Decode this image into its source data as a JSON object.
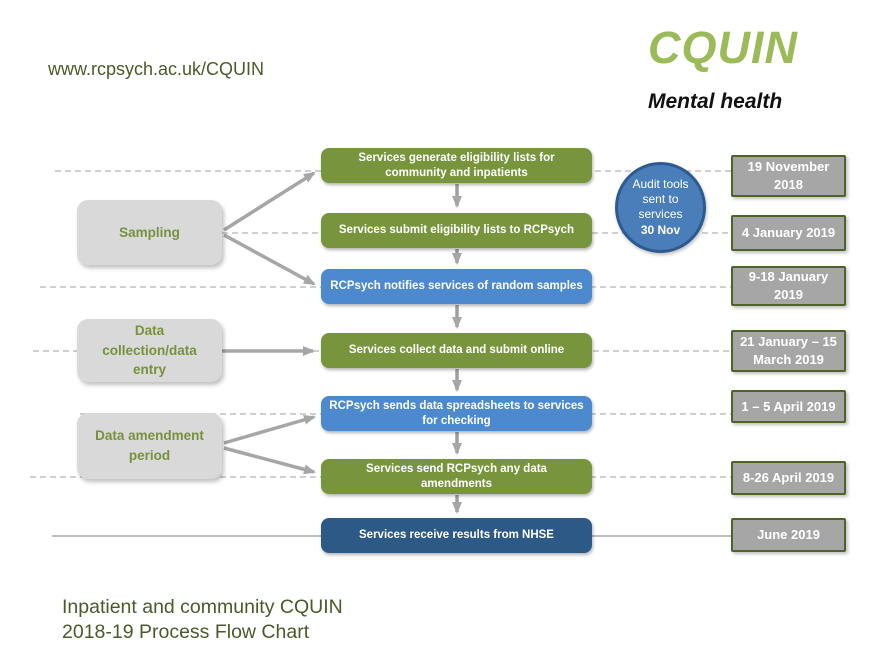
{
  "header": {
    "url": "www.rcpsych.ac.uk/CQUIN",
    "title": "CQUIN",
    "subtitle": "Mental health"
  },
  "phases": [
    {
      "label": "Sampling"
    },
    {
      "label": "Data collection/data entry"
    },
    {
      "label": "Data amendment period"
    }
  ],
  "steps": [
    {
      "label": "Services generate eligibility lists for community and inpatients",
      "color": "green"
    },
    {
      "label": "Services submit eligibility lists to RCPsych",
      "color": "green"
    },
    {
      "label": "RCPsych notifies services of random samples",
      "color": "blue"
    },
    {
      "label": "Services collect data and submit online",
      "color": "green"
    },
    {
      "label": "RCPsych sends data spreadsheets to services for checking",
      "color": "blue"
    },
    {
      "label": "Services send RCPsych any data amendments",
      "color": "green"
    },
    {
      "label": "Services receive results from NHSE",
      "color": "darkblue"
    }
  ],
  "dates": [
    "19 November 2018",
    "4 January 2019",
    "9-18 January 2019",
    "21 January – 15 March 2019",
    "1 – 5 April 2019",
    "8-26 April 2019",
    "June 2019"
  ],
  "audit_note": {
    "text": "Audit tools sent to services",
    "date": "30 Nov"
  },
  "footer": {
    "caption_line1": "Inpatient and community CQUIN",
    "caption_line2": "2018-19 Process Flow Chart"
  },
  "colors": {
    "step_green": "#78953d",
    "step_blue": "#4c89ce",
    "step_darkblue": "#2d5986",
    "circle_fill": "#4a7ebb",
    "circle_border": "#2e5b8f",
    "date_fill": "#a6a6a6",
    "date_border": "#4f6228",
    "phase_fill": "#d9d9d9",
    "phase_text": "#76923c",
    "title_green": "#9bbb59",
    "olive_text": "#4b5a2a",
    "connector_gray": "#a6a6a6",
    "dash_gray": "#bfbfbf"
  }
}
